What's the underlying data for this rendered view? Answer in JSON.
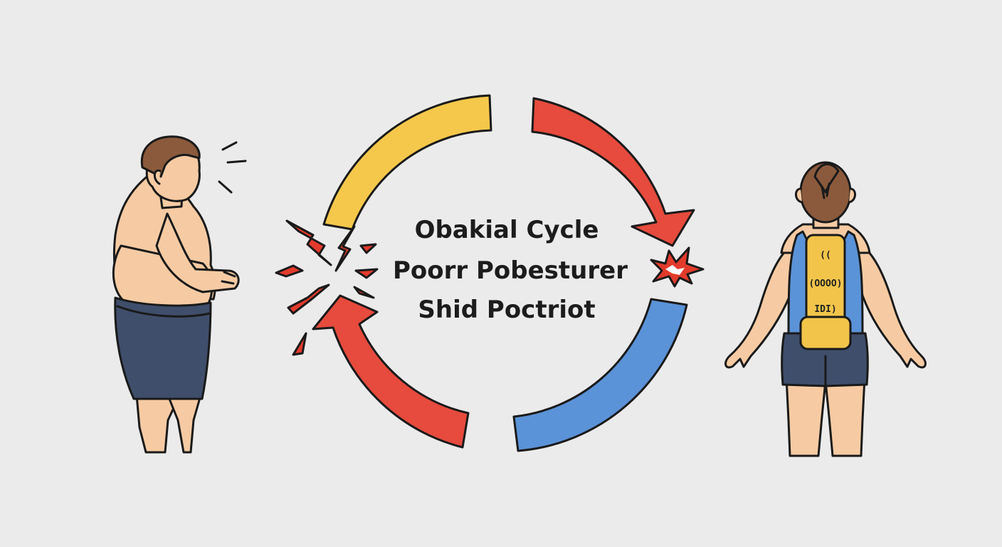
{
  "cycle": {
    "line1": "Obakial Cycle",
    "line2": "Poorr Pobesturer",
    "line3": "Shid Poctriot"
  },
  "arrows": [
    {
      "name": "yellow",
      "color": "#f5c84c"
    },
    {
      "name": "red-top-right",
      "color": "#e64b3d"
    },
    {
      "name": "blue",
      "color": "#5b93d8"
    },
    {
      "name": "red-bottom-left",
      "color": "#e64b3d"
    }
  ],
  "brace": {
    "line1": "((",
    "line2": "(OOOO)",
    "line3": "IDI)"
  },
  "colors": {
    "background": "#ebebeb",
    "skin": "#f6cba3",
    "hair": "#8b5a3c",
    "shorts": "#3f4e6b",
    "tank": "#5b93d8",
    "brace": "#f2c44a",
    "pain": "#e23b2c"
  },
  "figures": {
    "left": "person-side-view-overweight",
    "right": "person-back-view-with-posture-brace"
  }
}
